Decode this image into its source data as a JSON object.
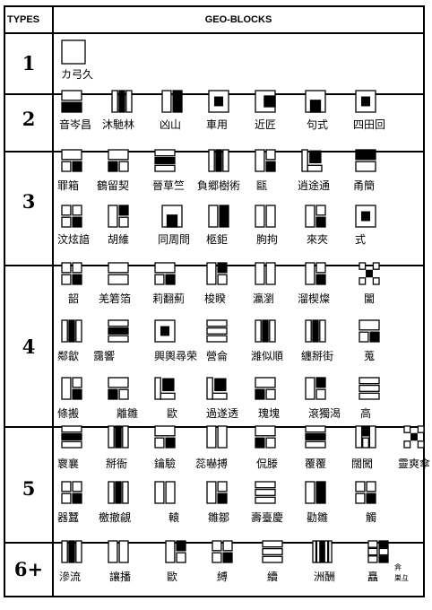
{
  "header": {
    "types_label": "TYPES",
    "title": "GEO-BLOCKS"
  },
  "rows": [
    {
      "type": "1",
      "chars": [
        "カ弓久"
      ]
    },
    {
      "type": "2",
      "chars": [
        "音岑昌",
        "沐馳林",
        "凶山",
        "車用",
        "近匠",
        "句式",
        "四田回"
      ]
    },
    {
      "type": "3",
      "chars": [
        "罪箱",
        "鶴留契",
        "晉草竺",
        "負郷樹術",
        "甌",
        "逍途通",
        "甬簡",
        "汶炫諳",
        "胡維",
        "同周問",
        "柩鉅",
        "朐拘",
        "來夾",
        "式"
      ]
    },
    {
      "type": "4",
      "chars": [
        "韶",
        "羌箬箔",
        "莉翻薊",
        "梭睽",
        "瀛瀏",
        "溜楔燦",
        "闔",
        "鄰歙",
        "靄響",
        "興輿尋荣",
        "營侖",
        "濰似順",
        "纏掰街",
        "蒐",
        "條搬",
        "離雛",
        "歐",
        "過遂透",
        "瑰塊",
        "滾獨渴",
        "高"
      ]
    },
    {
      "type": "5",
      "chars": [
        "褱襄",
        "掰衙",
        "鑰驗",
        "蕊嚇搏",
        "侃滕",
        "覆覆",
        "闊闖",
        "靈爽傘",
        "器蠶",
        "檄撤覦",
        "轅",
        "雛鄒",
        "壽臺慶",
        "勸雛",
        "觸"
      ]
    },
    {
      "type": "6+",
      "chars": [
        "滲流",
        "讓播",
        "歐",
        "縛",
        "續",
        "洲酬",
        "矗",
        "弇",
        "巣彑"
      ]
    }
  ]
}
